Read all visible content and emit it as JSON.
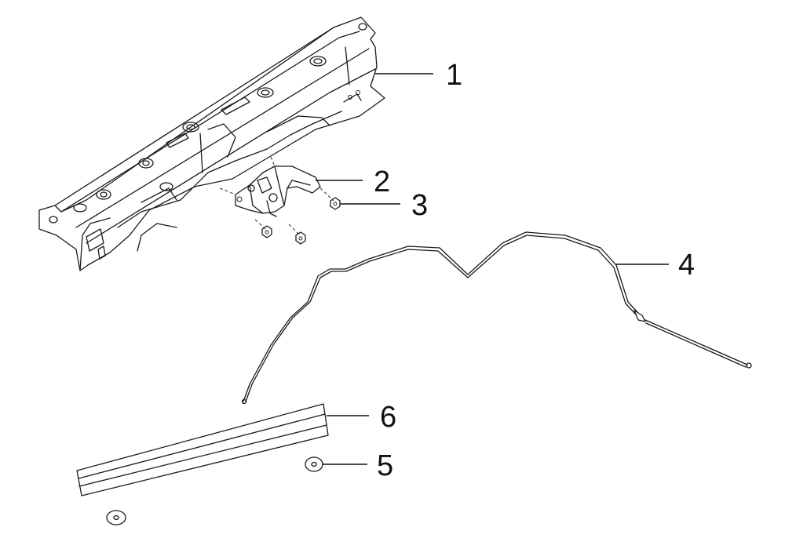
{
  "callouts": {
    "c1": "1",
    "c2": "2",
    "c3": "3",
    "c4": "4",
    "c5": "5",
    "c6": "6"
  }
}
